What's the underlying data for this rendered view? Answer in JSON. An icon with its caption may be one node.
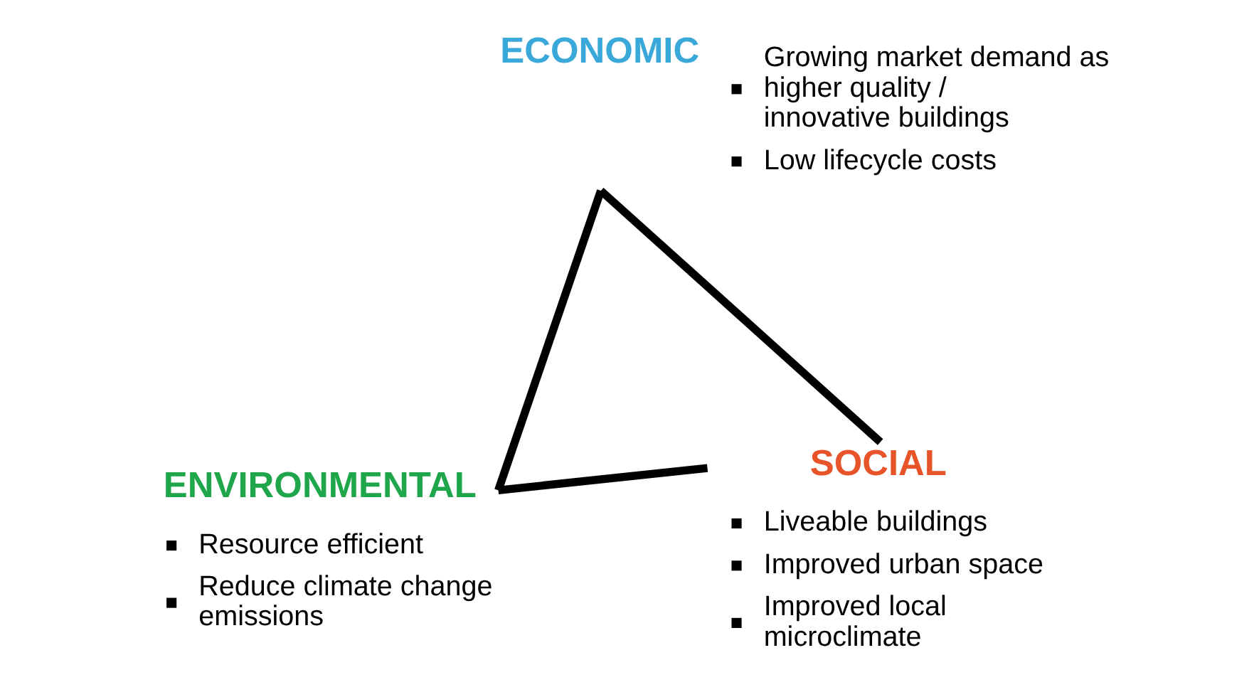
{
  "diagram": {
    "nodes": [
      {
        "text": [
          "ECONOMIC",
          "Growing market demand as higher quality / innovative buildings",
          "Low lifecycle costs"
        ]
      },
      {
        "text": [
          "ENVIRONMENTAL",
          "Resource efficient",
          "Reduce climate change emissions"
        ]
      },
      {
        "text": [
          "SOCIAL",
          "Liveable buildings",
          "Improved urban space",
          "Improved local microclimate"
        ]
      }
    ],
    "edges": [
      {
        "from": 0,
        "to": 1,
        "arrow": "none"
      },
      {
        "from": 0,
        "to": 2,
        "arrow": "none"
      },
      {
        "from": 1,
        "to": 2,
        "arrow": "none"
      }
    ]
  }
}
